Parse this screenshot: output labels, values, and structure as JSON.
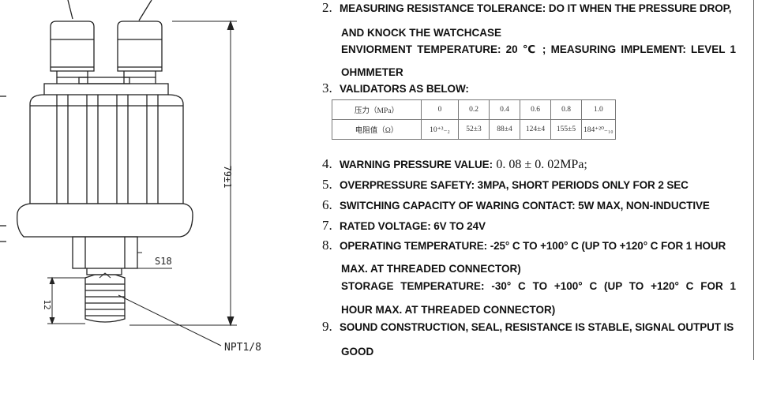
{
  "drawing": {
    "dim_height": "79±1",
    "dim_hex": "S18",
    "dim_thread_len": "12",
    "thread_label": "NPT1/8"
  },
  "specs": {
    "item2": {
      "num": "2.",
      "line1": "MEASURING RESISTANCE TOLERANCE: DO IT WHEN THE PRESSURE DROP,",
      "line2": "AND KNOCK THE WATCHCASE",
      "line3": "ENVIORMENT TEMPERATURE: 20 ℃ ; MEASURING IMPLEMENT: LEVEL 1",
      "line4": "OHMMETER"
    },
    "item3": {
      "num": "3.",
      "text": "VALIDATORS AS BELOW:"
    },
    "table": {
      "row1_head": "压力（MPa）",
      "row2_head": "电阻值（Ω）",
      "pressures": [
        "0",
        "0.2",
        "0.4",
        "0.6",
        "0.8",
        "1.0"
      ],
      "resistances": [
        "10⁺³₋₂",
        "52±3",
        "88±4",
        "124±4",
        "155±5",
        "184⁺²⁰₋₁₀"
      ]
    },
    "item4": {
      "num": "4.",
      "text": "WARNING PRESSURE VALUE:",
      "value": "0. 08 ± 0. 02MPa;"
    },
    "item5": {
      "num": "5.",
      "text": "OVERPRESSURE SAFETY: 3MPA, SHORT PERIODS ONLY FOR 2 SEC"
    },
    "item6": {
      "num": "6.",
      "text": "SWITCHING CAPACITY OF WARING CONTACT: 5W MAX, NON-INDUCTIVE"
    },
    "item7": {
      "num": "7.",
      "text": "RATED VOLTAGE: 6V TO 24V"
    },
    "item8": {
      "num": "8.",
      "line1": "OPERATING TEMPERATURE: -25° C TO +100° C (UP TO +120° C FOR 1 HOUR",
      "line2": "MAX. AT THREADED CONNECTOR)",
      "line3": "STORAGE TEMPERATURE: -30° C TO +100° C (UP TO +120° C FOR 1",
      "line4": "HOUR MAX. AT THREADED CONNECTOR)"
    },
    "item9": {
      "num": "9.",
      "line1": "SOUND CONSTRUCTION, SEAL, RESISTANCE IS STABLE, SIGNAL OUTPUT IS",
      "line2": "GOOD"
    }
  }
}
